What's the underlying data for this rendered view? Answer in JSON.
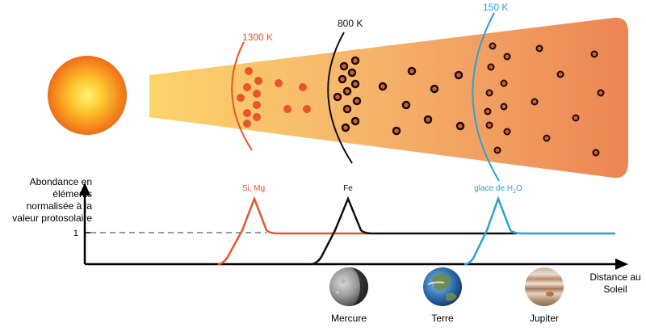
{
  "temperatures": {
    "t1300": {
      "label": "1300 K",
      "color": "#e8552b"
    },
    "t800": {
      "label": "800 K",
      "color": "#111111"
    },
    "t150": {
      "label": "150 K",
      "color": "#2aa3cf"
    }
  },
  "graph": {
    "ylabel": "Abondance en éléments normalisée à la valeur protosolaire",
    "xlabel_line1": "Distance au",
    "xlabel_line2": "Soleil",
    "tick_one": "1",
    "peaks": {
      "simg": {
        "label": "Si, Mg",
        "color": "#e8552b"
      },
      "fe": {
        "label": "Fe",
        "color": "#111111"
      },
      "ice": {
        "label": "glace de H",
        "sub": "2",
        "tail": "O",
        "color": "#2aa3cf"
      }
    }
  },
  "planets": {
    "mercury": {
      "name": "Mercure"
    },
    "earth": {
      "name": "Terre"
    },
    "jupiter": {
      "name": "Jupiter"
    }
  }
}
